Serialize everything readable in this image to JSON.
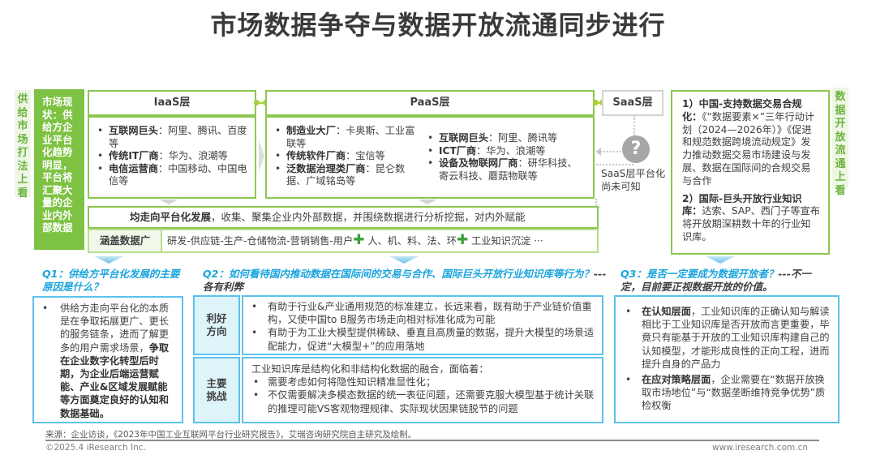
{
  "title": "市场数据争夺与数据开放流通同步进行",
  "left_vertical_label": "供给市场打法上看",
  "right_vertical_label": "数据开放流通上看",
  "market_status": "市场现状：供给方企业平台化趋势明显，平台将汇聚大量的企业内外部数据",
  "layers": {
    "iaas": {
      "label": "IaaS层",
      "items": [
        {
          "bold": "互联网巨头",
          "text": "：阿里、腾讯、百度等"
        },
        {
          "bold": "传统IT厂商",
          "text": "：华为、浪潮等"
        },
        {
          "bold": "电信运营商",
          "text": "：中国移动、中国电信等"
        }
      ]
    },
    "paas": {
      "label": "PaaS层",
      "items_left": [
        {
          "bold": "制造业大厂",
          "text": "：卡奥斯、工业富联等"
        },
        {
          "bold": "传统软件厂商",
          "text": "：宝信等"
        },
        {
          "bold": "泛数据治理类厂商",
          "text": "：昆仑数据、广域铭岛等"
        }
      ],
      "items_right": [
        {
          "bold": "互联网巨头",
          "text": "：阿里、腾讯等"
        },
        {
          "bold": "ICT厂商",
          "text": "：华为、浪潮等"
        },
        {
          "bold": "设备及物联网厂商",
          "text": "：研华科技、寄云科技、蘑菇物联等"
        }
      ]
    },
    "saas": {
      "label": "SaaS层",
      "note": "SaaS层平台化尚未可知",
      "icon": "question-icon"
    }
  },
  "platform_strip": {
    "bold": "均走向平台化发展",
    "text": "，收集、聚集企业内外部数据，并围绕数据进行分析挖掘，对内外赋能"
  },
  "coverage": {
    "label": "涵盖数据广",
    "part1": "研发-供应链-生产-仓储物流-营销销售-用户",
    "part2": "人、机、料、法、环",
    "part3": "工业知识沉淀 ···"
  },
  "right_panel": {
    "p1_bold": "1）中国-支持数据交易合规化：",
    "p1_text": "《“数据要素×”三年行动计划（2024—2026年）》《促进和规范数据跨境流动规定》发力推动数据交易市场建设与发展、数据在国际间的合规交易与合作",
    "p2_bold": "2）国际-巨头开放行业知识库：",
    "p2_text": "达索、SAP、西门子等宣布将开放期深耕数十年的行业知识库。"
  },
  "q1": {
    "title": "Q1：供给方平台化发展的主要原因是什么？",
    "text": "供给方走向平台化的本质是在争取拓展更广、更长的服务链条，进而了解更多的用户需求场景，",
    "bold": "争取在企业数字化转型后时期，为企业后端运营赋能、产业&区域发展赋能等方面奠定良好的认知和数据基础。"
  },
  "q2": {
    "title": "Q2：如何看待国内推动数据在国际间的交易与合作、国际巨头开放行业知识库等行为？",
    "title_suffix": "---各有利弊",
    "pros_label": "利好方向",
    "pros": [
      "有助于行业&产业通用规范的标准建立，长远来看，既有助于产业链价值重构，又使中国to B服务市场走向相对标准化成为可能",
      "有助于为工业大模型提供稀缺、垂直且高质量的数据，提升大模型的场景适配能力，促进“大模型+”的应用落地"
    ],
    "challenges_label": "主要挑战",
    "challenges_intro": "工业知识库是结构化和非结构化数据的融合，面临着：",
    "challenges": [
      "需要考虑如何将隐性知识精准显性化；",
      "不仅需要解决多模态数据的统一表征问题，还需要克服大模型基于统计关联的推理可能VS客观物理规律、实际现状因果链脱节的问题"
    ]
  },
  "q3": {
    "title": "Q3：是否一定要成为数据开放者？",
    "title_suffix": "---不一定，目前要正视数据开放的价值。",
    "items": [
      {
        "bold": "在认知层面",
        "text": "，工业知识库的正确认知与解读相比于工业知识库是否开放而言更重要，毕竟只有能基于开放的工业知识库构建自己的认知模型，才能形成良性的正向工程，进而提升自身的产品力"
      },
      {
        "bold": "在应对策略层面",
        "text": "，企业需要在“数据开放换取市场地位”与“数据垄断维持竞争优势”质检权衡"
      }
    ]
  },
  "footer": {
    "source": "来源：企业访谈，《2023年中国工业互联网平台行业研究报告》，艾瑞咨询研究院自主研究及绘制。",
    "copyright": "©2025.4 iResearch Inc.",
    "website": "www.iresearch.com.cn"
  },
  "colors": {
    "green": "#8cc751",
    "green_dark": "#7dc242",
    "blue": "#1aa4dd",
    "blue_border": "#5dc2ea"
  }
}
